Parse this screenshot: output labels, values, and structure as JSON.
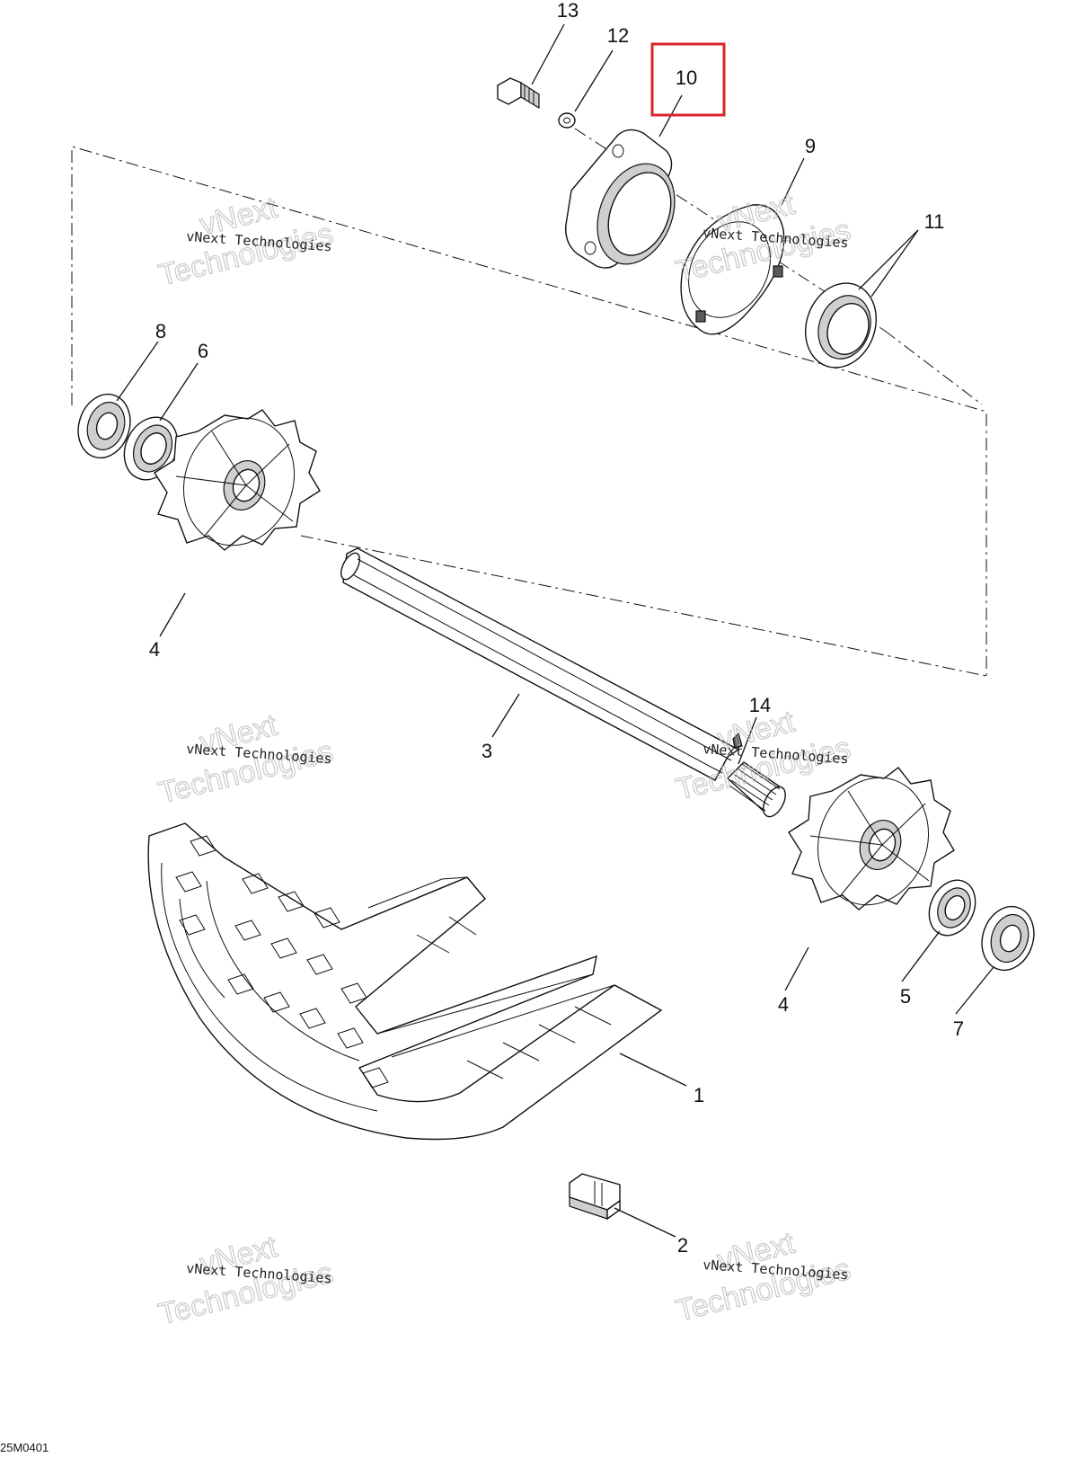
{
  "diagram_code": "25M0401",
  "highlight_color": "#d7262e",
  "watermark": {
    "line": "vNext Technologies",
    "outline_top": "vNext",
    "outline_bottom": "Technologies"
  },
  "callouts": [
    {
      "id": "1",
      "part": "track"
    },
    {
      "id": "2",
      "part": "track-clip"
    },
    {
      "id": "3",
      "part": "drive-axle"
    },
    {
      "id": "4",
      "part": "sprocket"
    },
    {
      "id": "5",
      "part": "seal"
    },
    {
      "id": "6",
      "part": "seal"
    },
    {
      "id": "7",
      "part": "bearing"
    },
    {
      "id": "8",
      "part": "bearing"
    },
    {
      "id": "9",
      "part": "bearing-plate"
    },
    {
      "id": "10",
      "part": "bearing-housing",
      "highlighted": true
    },
    {
      "id": "11",
      "part": "spacer"
    },
    {
      "id": "12",
      "part": "washer"
    },
    {
      "id": "13",
      "part": "bolt"
    },
    {
      "id": "14",
      "part": "splined-sleeve"
    }
  ]
}
